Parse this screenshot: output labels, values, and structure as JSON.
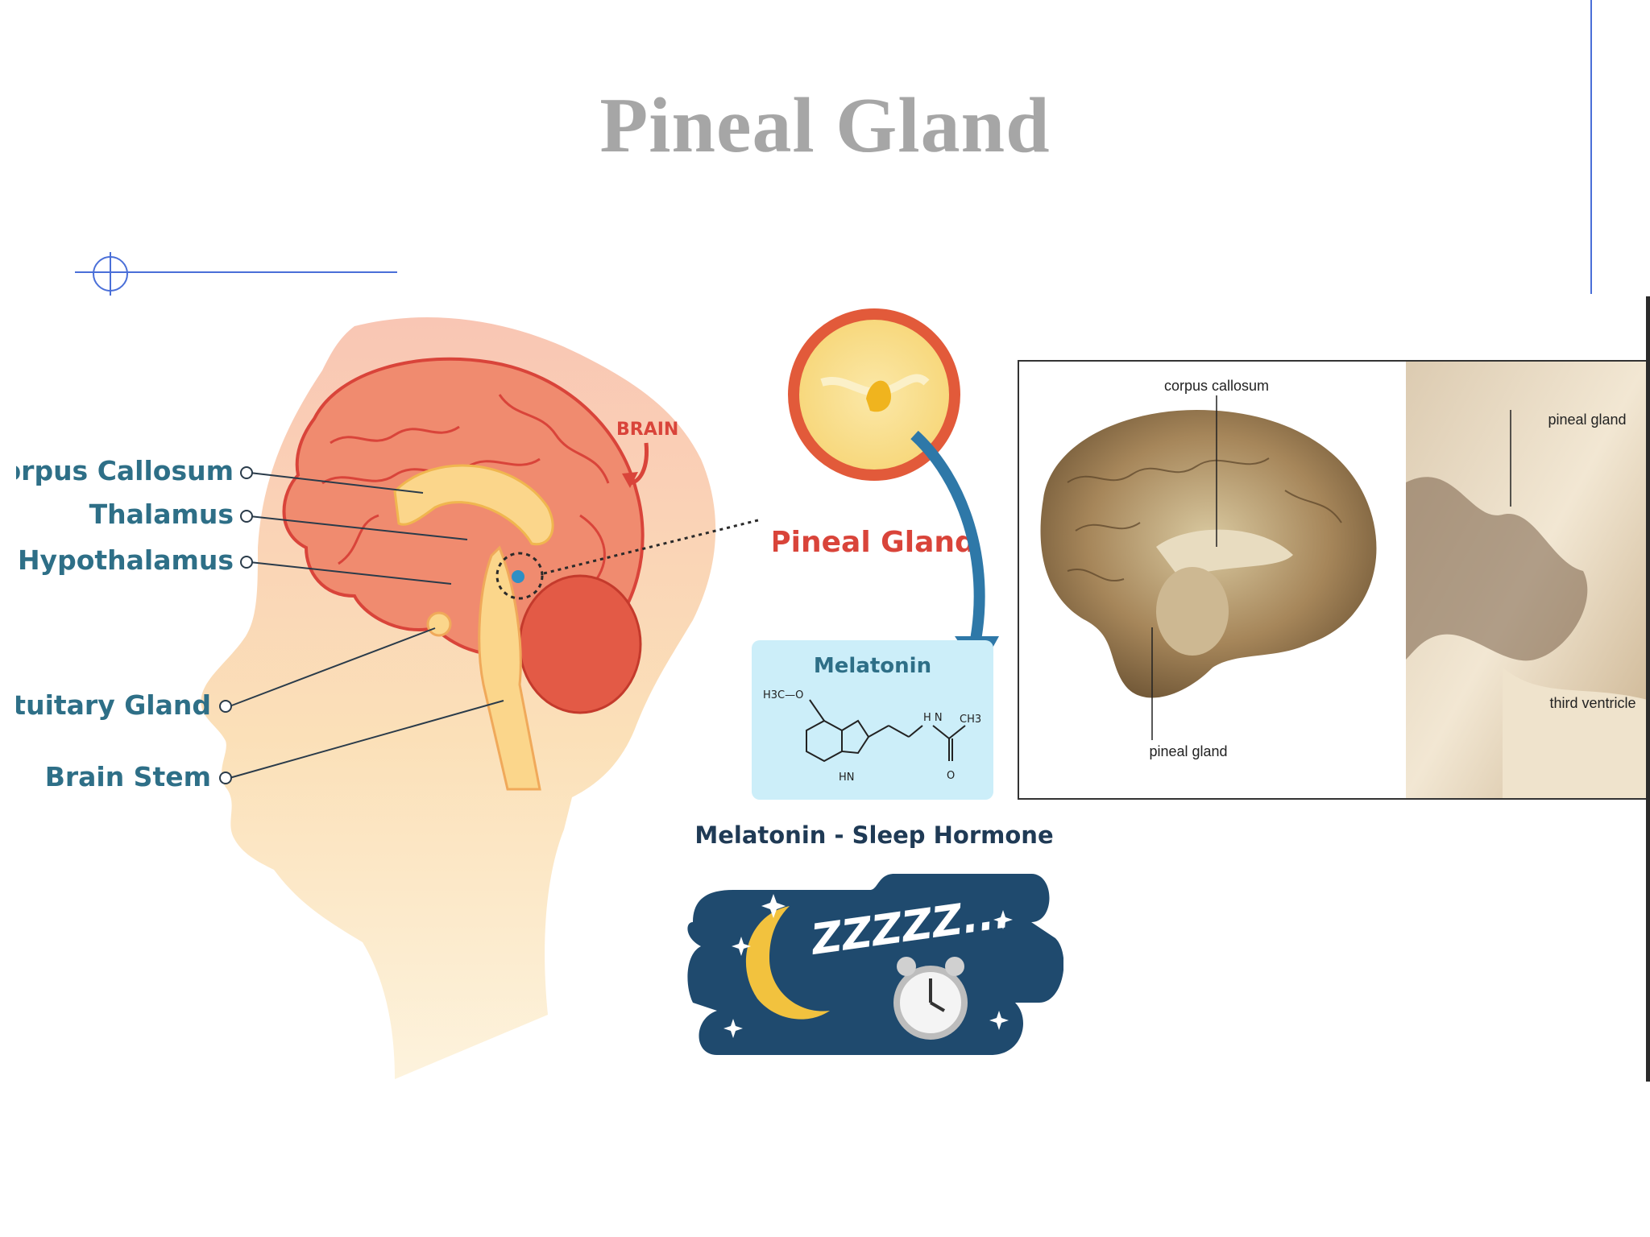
{
  "slide": {
    "title": "Pineal Gland"
  },
  "brain_diagram": {
    "brain_label": "BRAIN",
    "labels": [
      "Corpus Callosum",
      "Thalamus",
      "Hypothalamus",
      "Pituitary Gland",
      "Brain Stem"
    ]
  },
  "pineal_callout": {
    "title": "Pineal Gland"
  },
  "melatonin_card": {
    "title": "Melatonin",
    "formula_h3c_o": "H3C—O",
    "formula_nh": "H\nN",
    "formula_ch3": "CH3",
    "formula_hn": "HN",
    "formula_o": "O"
  },
  "sleep_panel": {
    "caption": "Melatonin - Sleep Hormone",
    "zzz": "ZZZZZ..."
  },
  "photo_panel": {
    "labels": [
      "corpus callosum",
      "pineal gland",
      "pineal gland",
      "third ventricle"
    ]
  },
  "colors": {
    "title_gray": "#a6a6a6",
    "label_teal": "#2e6f87",
    "accent_red": "#d9443a",
    "navy": "#1f4a6e",
    "deco_blue": "#4a6fd8"
  }
}
